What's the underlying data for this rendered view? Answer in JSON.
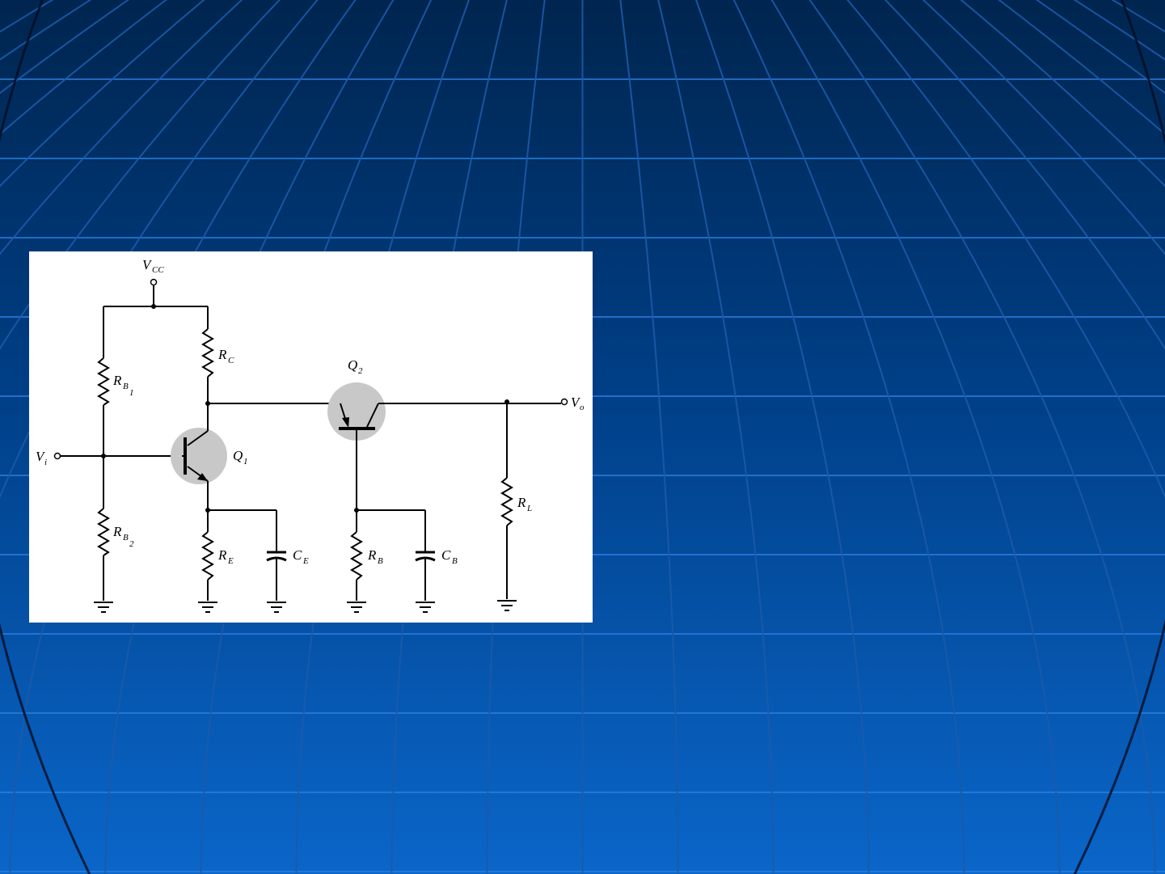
{
  "slide": {
    "background": {
      "top_color": "#00254f",
      "bottom_color": "#0a66c9",
      "grid_color": "#2d7fe0",
      "meridian_color": "#1c5aa8"
    }
  },
  "circuit": {
    "labels": {
      "vcc": {
        "main": "V",
        "sub": "CC"
      },
      "vi": {
        "main": "V",
        "sub": "i"
      },
      "vo": {
        "main": "V",
        "sub": "o"
      },
      "rb1": {
        "main": "R",
        "sub": "B",
        "subsub": "1"
      },
      "rb2": {
        "main": "R",
        "sub": "B",
        "subsub": "2"
      },
      "rc": {
        "main": "R",
        "sub": "C"
      },
      "re": {
        "main": "R",
        "sub": "E"
      },
      "ce": {
        "main": "C",
        "sub": "E"
      },
      "rb": {
        "main": "R",
        "sub": "B"
      },
      "cb": {
        "main": "C",
        "sub": "B"
      },
      "rl": {
        "main": "R",
        "sub": "L"
      },
      "q1": {
        "main": "Q",
        "sub": "1"
      },
      "q2": {
        "main": "Q",
        "sub": "2"
      }
    },
    "transistor_highlight_color": "#c8c8c8"
  }
}
